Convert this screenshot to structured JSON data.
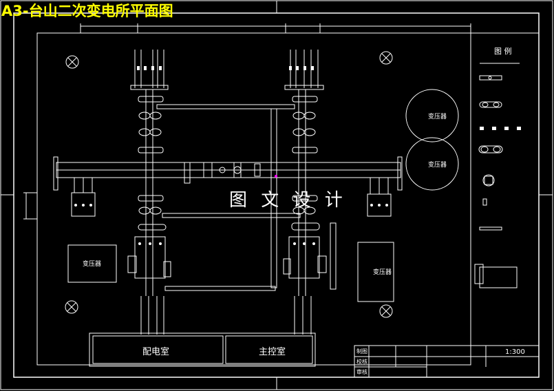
{
  "drawing": {
    "title": "A3-台山二次变电所平面图",
    "watermark": "图 文 设 计"
  },
  "buildings": {
    "distribution_room": "配电室",
    "main_control_room": "主控室"
  },
  "transformers": {
    "label": "变压器"
  },
  "legend": {
    "title": "图 例"
  },
  "title_block": {
    "row1_label": "制图",
    "row2_label": "校核",
    "row3_label": "审核",
    "scale": "1:300"
  },
  "colors": {
    "line": "#ffffff",
    "title": "#ffff00",
    "background": "#000000",
    "accent": "#ff00ff"
  }
}
